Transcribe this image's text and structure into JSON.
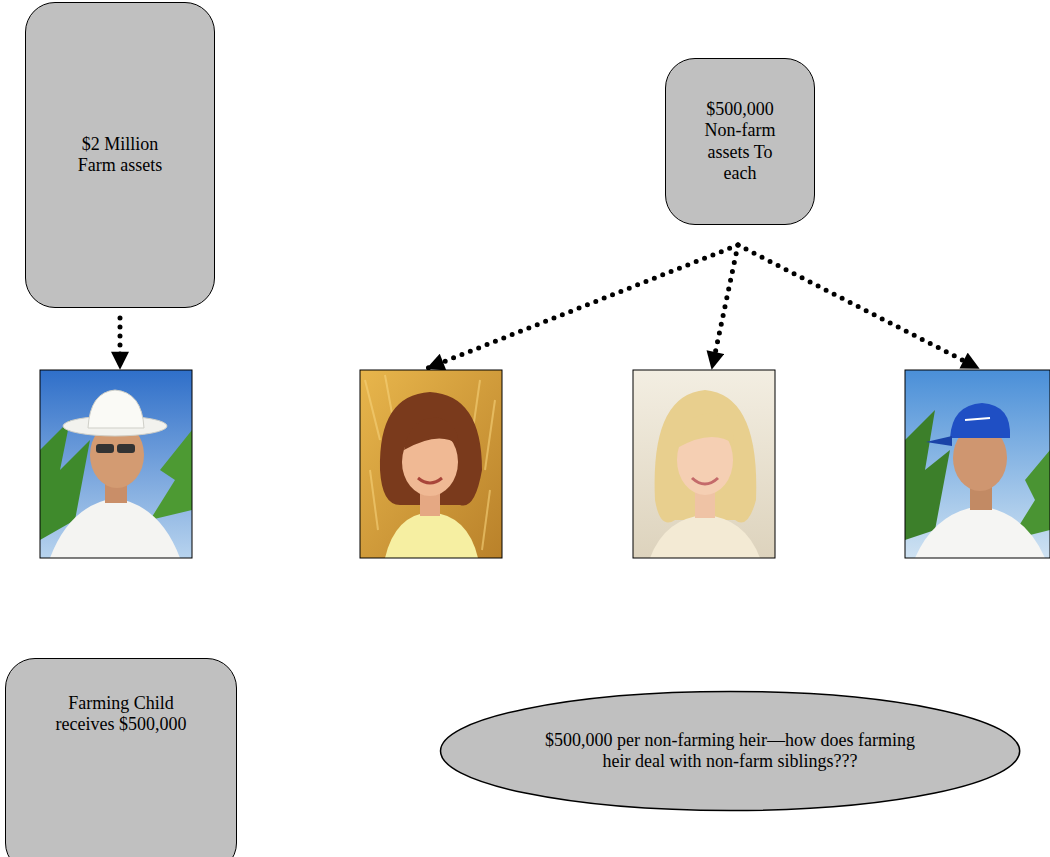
{
  "diagram": {
    "nodes": [
      {
        "text": [
          "$2 Million Farm assets"
        ]
      },
      {
        "text": [
          "$500,000 Non-farm assets To each"
        ]
      },
      {
        "text": [
          "Farming Child receives $500,000"
        ]
      },
      {
        "text": [
          "$500,000 per non-farming heir—how does farming heir deal with non-farm siblings???"
        ]
      }
    ]
  }
}
